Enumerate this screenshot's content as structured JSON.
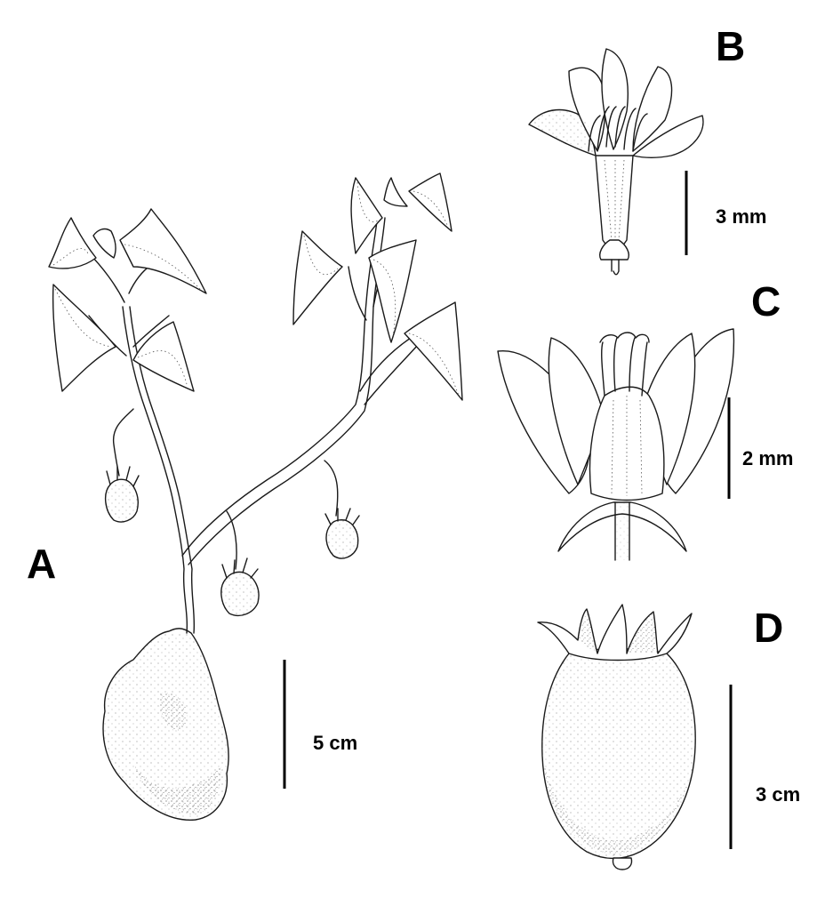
{
  "panels": {
    "a": {
      "letter": "A",
      "scale": "5 cm"
    },
    "b": {
      "letter": "B",
      "scale": "3 mm"
    },
    "c": {
      "letter": "C",
      "scale": "2 mm"
    },
    "d": {
      "letter": "D",
      "scale": "3 cm"
    }
  }
}
